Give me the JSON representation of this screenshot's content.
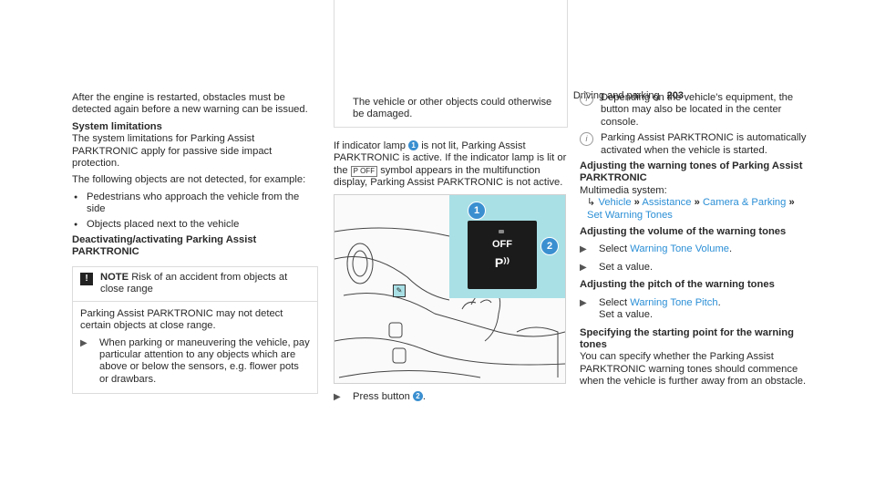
{
  "header": {
    "title": "Driving and parking",
    "page": "203"
  },
  "col1": {
    "intro": "After the engine is restarted, obstacles must be detected again before a new warning can be issued.",
    "limits_heading": "System limitations",
    "limits_text": "The system limitations for Parking Assist PARKTRONIC apply for passive side impact protection.",
    "not_detected": "The following objects are not detected, for example:",
    "bullets": [
      "Pedestrians who approach the vehicle from the side",
      "Objects placed next to the vehicle"
    ],
    "deact_heading": "Deactivating/activating Parking Assist PARKTRONIC",
    "note_icon": "!",
    "note_label": "NOTE",
    "note_title": "Risk of an accident from objects at close range",
    "note_text": "Parking Assist PARKTRONIC may not detect certain objects at close range.",
    "note_step": "When parking or maneuvering the vehicle, pay particular attention to any objects which are above or below the sensors, e.g. flower pots or drawbars."
  },
  "col2": {
    "note_cont": "The vehicle or other objects could otherwise be damaged.",
    "ind_1": "If indicator lamp",
    "ind_num": "1",
    "ind_2": "is not lit, Parking Assist PARKTRONIC is active. If the indicator lamp is lit or the",
    "ind_sym": "P OFF",
    "ind_3": "symbol appears in the multifunction display, Parking Assist PARKTRONIC is not active.",
    "illus": {
      "off": "OFF",
      "sym": "P⁾⁾",
      "c1": "1",
      "c2": "2"
    },
    "press": "Press button",
    "press_num": "2",
    "press_end": "."
  },
  "col3": {
    "info1": "Depending on the vehicle's equipment, the button may also be located in the center console.",
    "info2": "Parking Assist PARKTRONIC is automatically activated when the vehicle is started.",
    "adj_tones_heading": "Adjusting the warning tones of Parking Assist PARKTRONIC",
    "mm": "Multimedia system:",
    "path": [
      "Vehicle",
      "Assistance",
      "Camera & Parking",
      "Set Warning Tones"
    ],
    "vol_heading": "Adjusting the volume of the warning tones",
    "vol_select": "Select",
    "vol_link": "Warning Tone Volume",
    "vol_end": ".",
    "set_value": "Set a value.",
    "pitch_heading": "Adjusting the pitch of the warning tones",
    "pitch_select": "Select",
    "pitch_link": "Warning Tone Pitch",
    "pitch_end": ".",
    "pitch_set": "Set a value.",
    "start_heading": "Specifying the starting point for the warning tones",
    "start_text": "You can specify whether the Parking Assist PARKTRONIC warning tones should commence when the vehicle is further away from an obstacle."
  }
}
